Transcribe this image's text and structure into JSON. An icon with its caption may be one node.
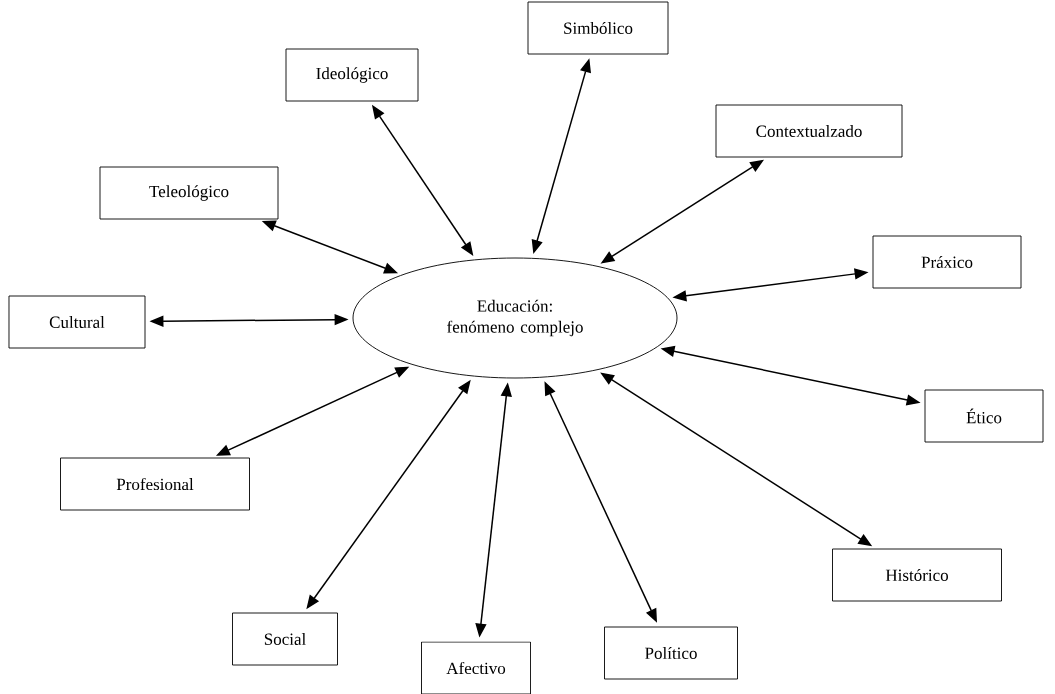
{
  "diagram": {
    "nodes": [
      {
        "text": [
          "Educación: fenómeno complejo"
        ]
      },
      {
        "text": [
          "Simbólico"
        ]
      },
      {
        "text": [
          "Ideológico"
        ]
      },
      {
        "text": [
          "Contextualzado"
        ]
      },
      {
        "text": [
          "Teleológico"
        ]
      },
      {
        "text": [
          "Práxico"
        ]
      },
      {
        "text": [
          "Cultural"
        ]
      },
      {
        "text": [
          "Ético"
        ]
      },
      {
        "text": [
          "Profesional"
        ]
      },
      {
        "text": [
          "Histórico"
        ]
      },
      {
        "text": [
          "Social"
        ]
      },
      {
        "text": [
          "Político"
        ]
      },
      {
        "text": [
          "Afectivo"
        ]
      }
    ],
    "edges": [
      {
        "from": 0,
        "to": 1,
        "arrow": "both"
      },
      {
        "from": 0,
        "to": 2,
        "arrow": "both"
      },
      {
        "from": 0,
        "to": 3,
        "arrow": "both"
      },
      {
        "from": 0,
        "to": 4,
        "arrow": "both"
      },
      {
        "from": 0,
        "to": 5,
        "arrow": "both"
      },
      {
        "from": 0,
        "to": 6,
        "arrow": "both"
      },
      {
        "from": 0,
        "to": 7,
        "arrow": "both"
      },
      {
        "from": 0,
        "to": 8,
        "arrow": "both"
      },
      {
        "from": 0,
        "to": 9,
        "arrow": "both"
      },
      {
        "from": 0,
        "to": 10,
        "arrow": "both"
      },
      {
        "from": 0,
        "to": 11,
        "arrow": "both"
      },
      {
        "from": 0,
        "to": 12,
        "arrow": "both"
      }
    ]
  }
}
